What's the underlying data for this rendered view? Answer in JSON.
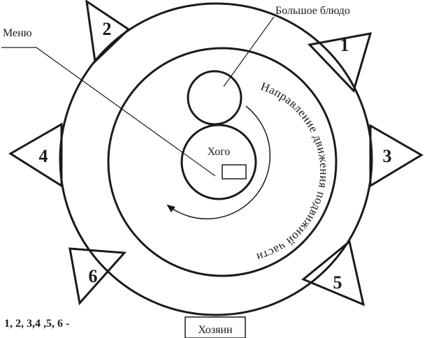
{
  "labels": {
    "big_dish": "Большое блюдо",
    "menu": "Меню",
    "hogo": "Хого",
    "direction": "Направление движения подвижной части",
    "host": "Хозяин",
    "legend": "1, 2, 3,4 ,5, 6 -"
  },
  "seats": [
    "1",
    "2",
    "3",
    "4",
    "5",
    "6"
  ]
}
